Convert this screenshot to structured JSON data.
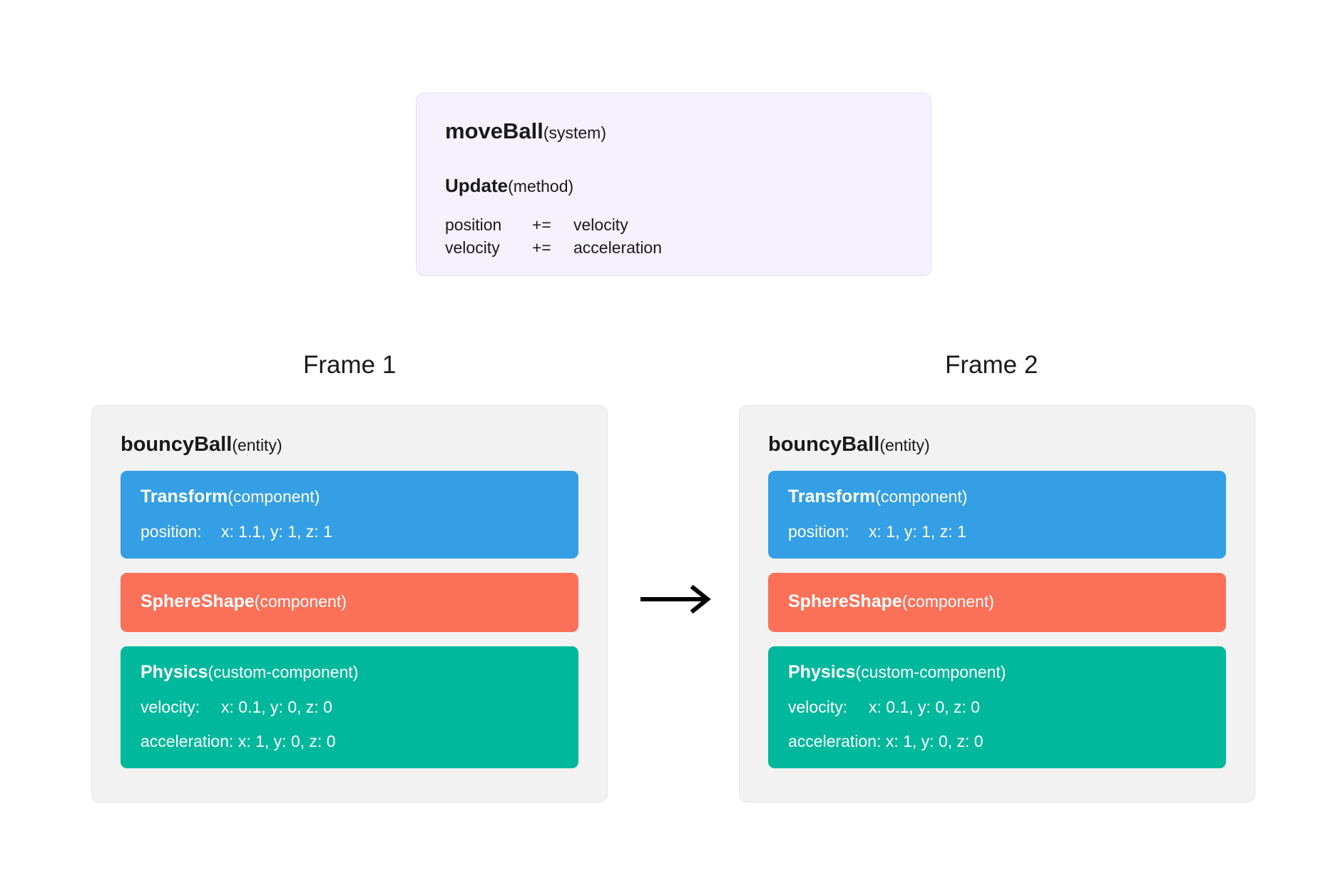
{
  "diagram": {
    "system": {
      "name": "moveBall",
      "kind": "(system)",
      "method_name": "Update",
      "method_kind": "(method)",
      "statements": [
        {
          "lhs": "position",
          "op": "+=",
          "rhs": "velocity"
        },
        {
          "lhs": "velocity",
          "op": "+=",
          "rhs": "acceleration"
        }
      ]
    },
    "arrow": "arrow-right",
    "frames": [
      {
        "label": "Frame 1",
        "entity_name": "bouncyBall",
        "entity_kind": "(entity)",
        "components": [
          {
            "name": "Transform",
            "kind": "(component)",
            "color": "#349fe4",
            "fields": [
              {
                "key": "position:",
                "value": "x: 1.1, y: 1, z: 1"
              }
            ]
          },
          {
            "name": "SphereShape",
            "kind": "(component)",
            "color": "#fb7058",
            "fields": []
          },
          {
            "name": "Physics",
            "kind": "(custom-component)",
            "color": "#00b89c",
            "fields": [
              {
                "key": "velocity:",
                "value": "x: 0.1, y: 0, z: 0"
              },
              {
                "key": "acceleration:",
                "value": "x: 1, y: 0, z: 0"
              }
            ]
          }
        ]
      },
      {
        "label": "Frame 2",
        "entity_name": "bouncyBall",
        "entity_kind": "(entity)",
        "components": [
          {
            "name": "Transform",
            "kind": "(component)",
            "color": "#349fe4",
            "fields": [
              {
                "key": "position:",
                "value": "x: 1, y: 1, z: 1"
              }
            ]
          },
          {
            "name": "SphereShape",
            "kind": "(component)",
            "color": "#fb7058",
            "fields": []
          },
          {
            "name": "Physics",
            "kind": "(custom-component)",
            "color": "#00b89c",
            "fields": [
              {
                "key": "velocity:",
                "value": "x: 0.1, y: 0, z: 0"
              },
              {
                "key": "acceleration:",
                "value": "x: 1, y: 0, z: 0"
              }
            ]
          }
        ]
      }
    ],
    "colors": {
      "system_bg": "#f5f2fd",
      "system_border": "#e3ddf7",
      "entity_bg": "#f2f2f2",
      "entity_border": "#e4e4e4",
      "transform": "#349fe4",
      "sphereshape": "#fb7058",
      "physics": "#00b89c",
      "text": "#1a1a1a",
      "arrow": "#000000"
    }
  }
}
